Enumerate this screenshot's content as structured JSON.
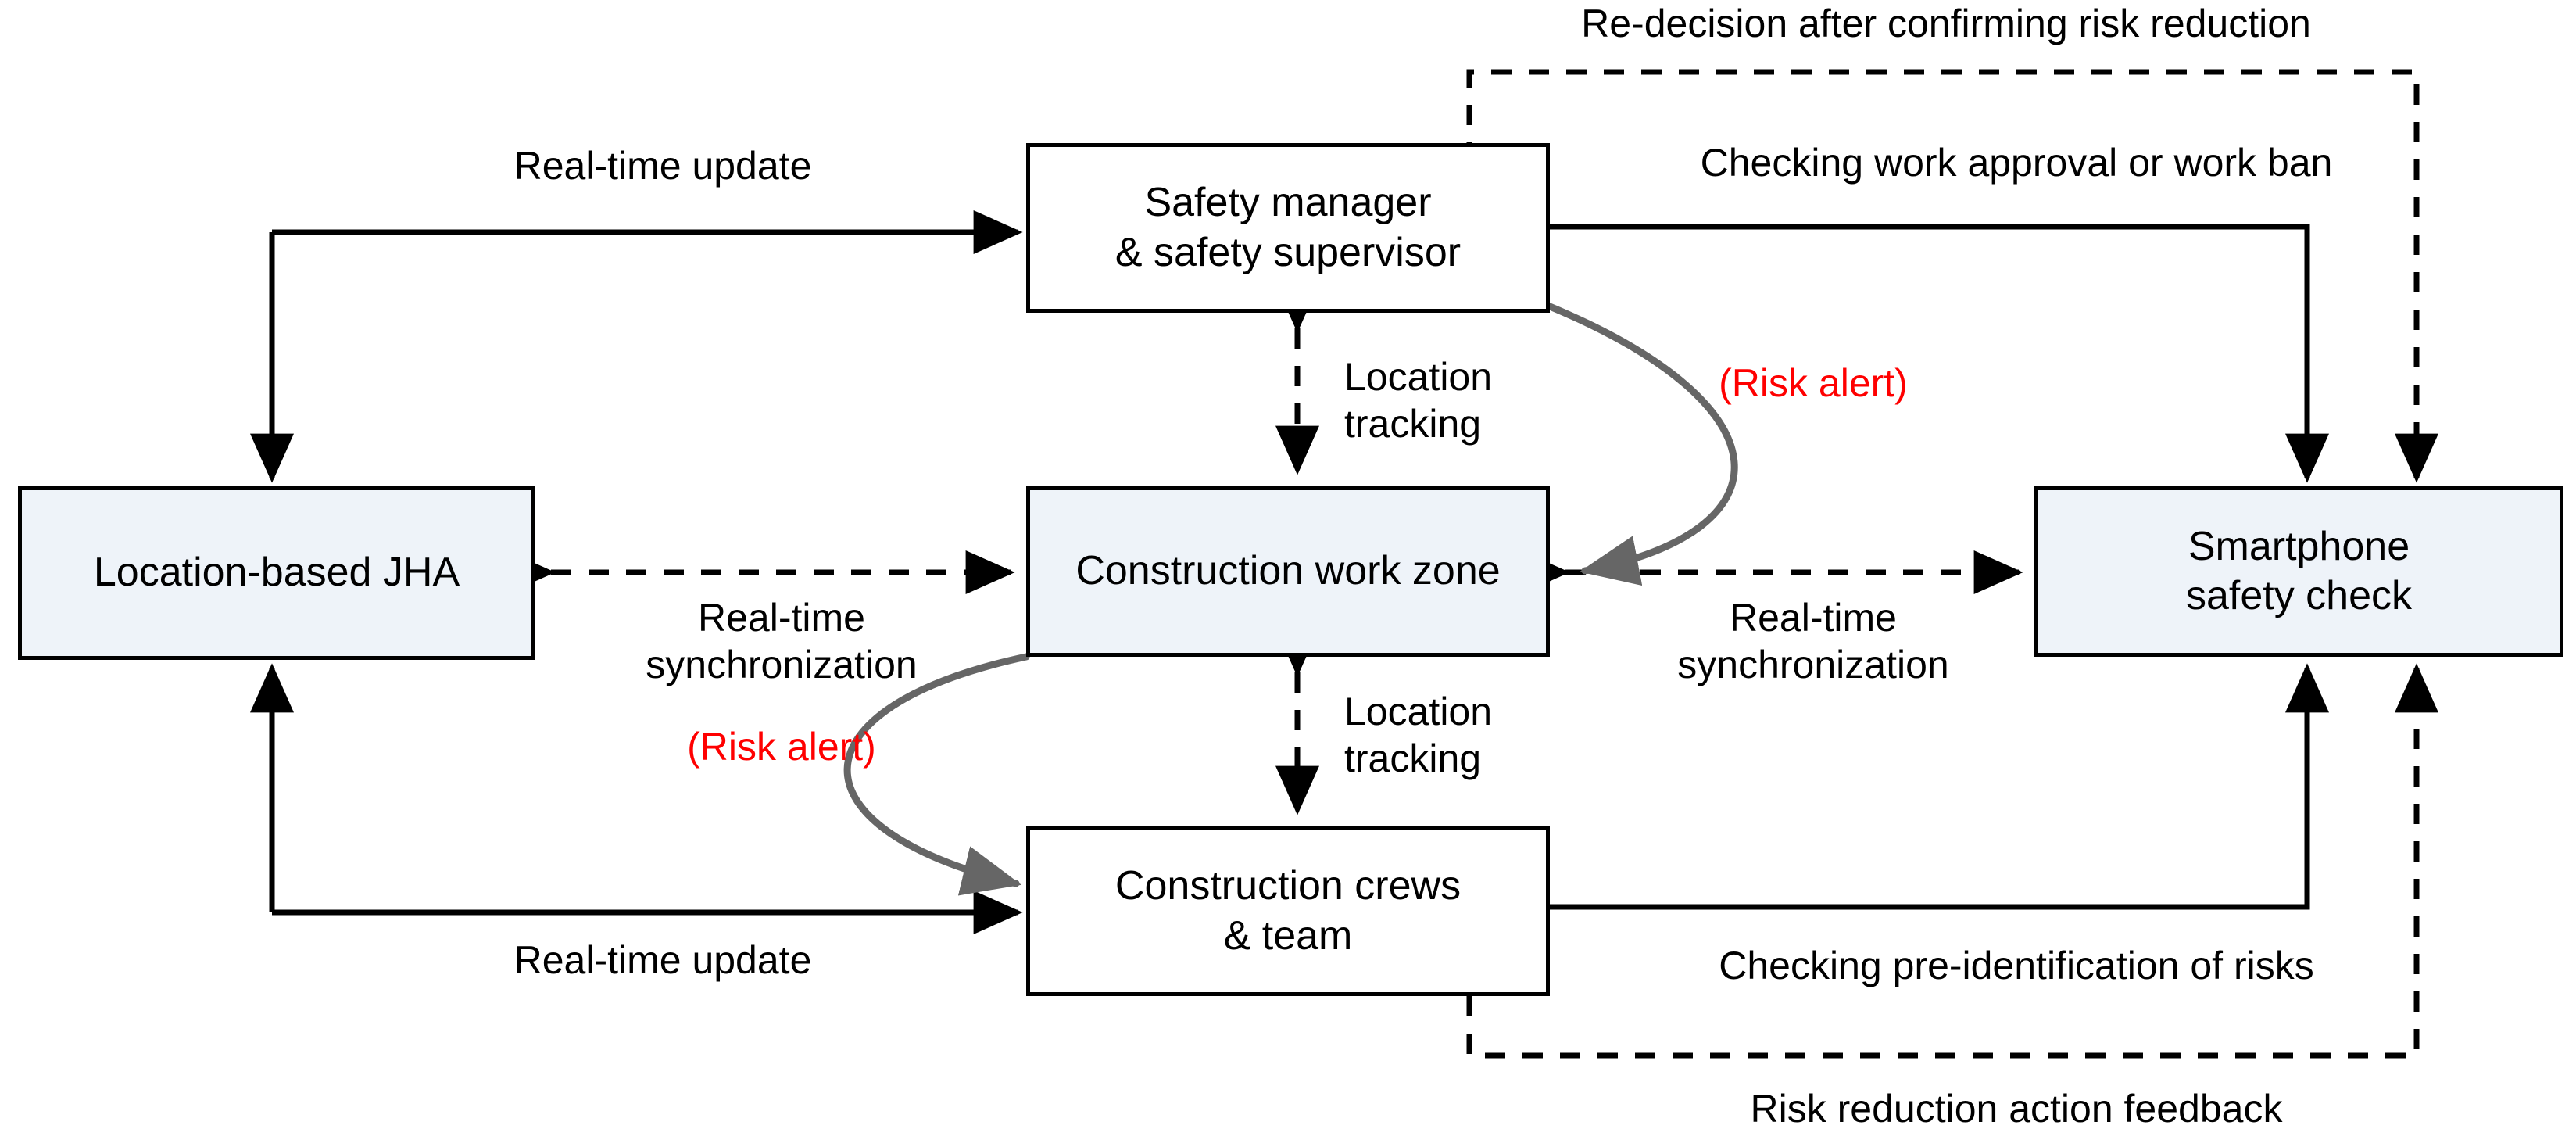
{
  "diagram": {
    "title": "Location-based JHA and smartphone safety check information flow",
    "background": "#ffffff",
    "node_fill": "#eef3f9",
    "node_stroke": "#000000",
    "alert_color": "#ff0000",
    "curve_color": "#666666"
  },
  "nodes": [
    {
      "id": "jha",
      "label": "Location-based JHA",
      "fill": "#eef3f9"
    },
    {
      "id": "manager",
      "label": "Safety manager\n& safety supervisor",
      "fill": "#ffffff"
    },
    {
      "id": "workzone",
      "label": "Construction work zone",
      "fill": "#eef3f9"
    },
    {
      "id": "crews",
      "label": "Construction crews\n& team",
      "fill": "#ffffff"
    },
    {
      "id": "smartphone",
      "label": "Smartphone\nsafety check",
      "fill": "#eef3f9"
    }
  ],
  "edge_labels": {
    "real_time_update_top": "Real-time update",
    "real_time_update_bottom": "Real-time update",
    "re_decision": "Re-decision after confirming risk reduction",
    "checking_work_approval": "Checking work approval or work ban",
    "checking_pre_identification": "Checking pre-identification of risks",
    "risk_reduction_feedback": "Risk reduction action feedback",
    "location_tracking_top": "Location\ntracking",
    "location_tracking_bottom": "Location\ntracking",
    "real_time_sync_left": "Real-time\nsynchronization",
    "real_time_sync_right": "Real-time\nsynchronization",
    "risk_alert_left": "(Risk alert)",
    "risk_alert_right": "(Risk alert)"
  }
}
